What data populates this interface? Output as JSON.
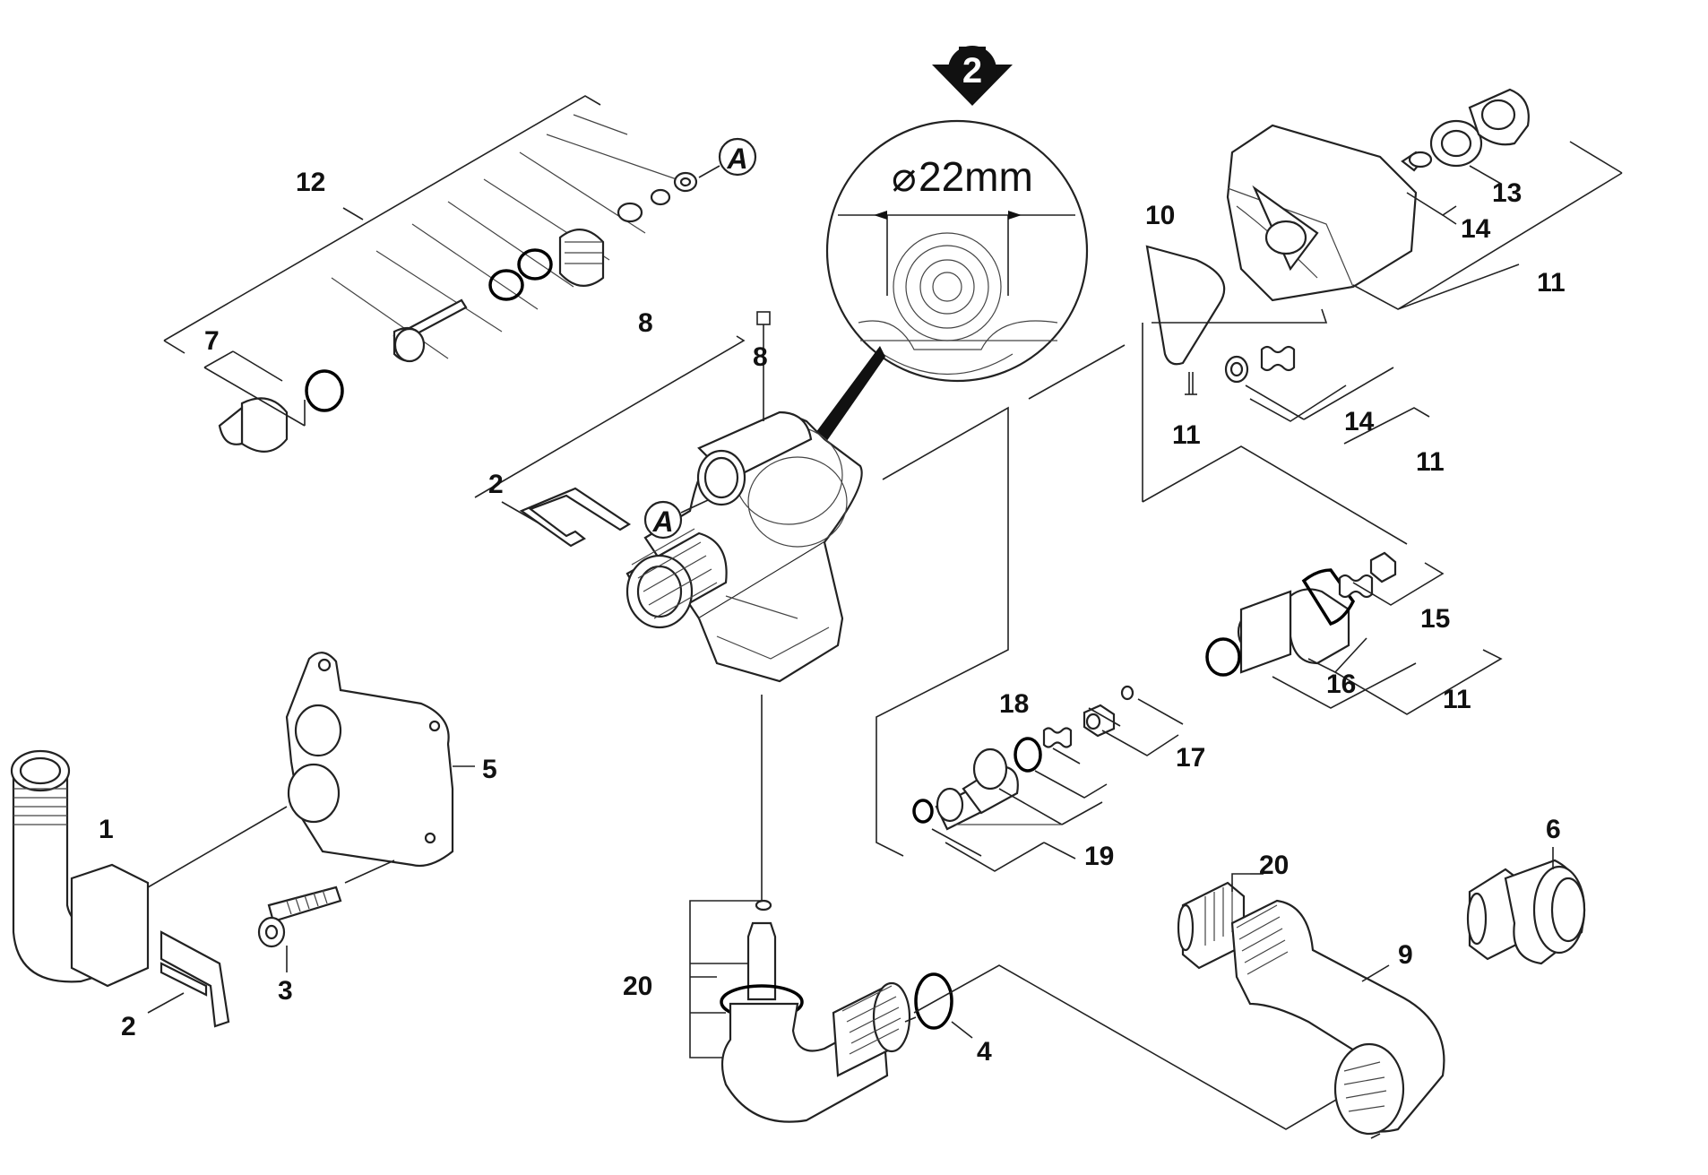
{
  "diagram": {
    "detail_marker": "2",
    "detail_dimension": "22mm",
    "diameter_symbol": "⌀",
    "ref_marker": "A",
    "callouts": [
      {
        "id": "c12",
        "label": "12"
      },
      {
        "id": "c8a",
        "label": "8"
      },
      {
        "id": "c7",
        "label": "7"
      },
      {
        "id": "c8b",
        "label": "8"
      },
      {
        "id": "c2a",
        "label": "2"
      },
      {
        "id": "c5",
        "label": "5"
      },
      {
        "id": "c1",
        "label": "1"
      },
      {
        "id": "c3",
        "label": "3"
      },
      {
        "id": "c2b",
        "label": "2"
      },
      {
        "id": "c20a",
        "label": "20"
      },
      {
        "id": "c4",
        "label": "4"
      },
      {
        "id": "c10",
        "label": "10"
      },
      {
        "id": "c11a",
        "label": "11"
      },
      {
        "id": "c13",
        "label": "13"
      },
      {
        "id": "c14a",
        "label": "14"
      },
      {
        "id": "c11b",
        "label": "11"
      },
      {
        "id": "c14b",
        "label": "14"
      },
      {
        "id": "c11c",
        "label": "11"
      },
      {
        "id": "c11d",
        "label": "11"
      },
      {
        "id": "c15",
        "label": "15"
      },
      {
        "id": "c16",
        "label": "16"
      },
      {
        "id": "c11e",
        "label": "11"
      },
      {
        "id": "c18",
        "label": "18"
      },
      {
        "id": "c17",
        "label": "17"
      },
      {
        "id": "c19",
        "label": "19"
      },
      {
        "id": "c6",
        "label": "6"
      },
      {
        "id": "c20b",
        "label": "20"
      },
      {
        "id": "c9",
        "label": "9"
      }
    ]
  }
}
